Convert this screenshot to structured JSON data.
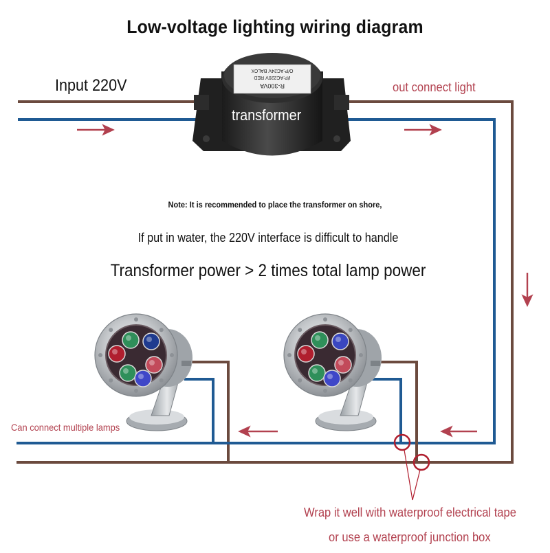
{
  "title": "Low-voltage lighting wiring diagram",
  "labels": {
    "input": "Input 220V",
    "output": "out connect light",
    "transformer": "transformer",
    "multiple_lamps": "Can connect multiple lamps"
  },
  "notes": {
    "line1": "Note: It is recommended to place the transformer on shore,",
    "line2": "If put in water, the 220V interface is difficult to handle",
    "line3": "Transformer power > 2 times total lamp power"
  },
  "transformer_plate": {
    "line1": "R-300VA",
    "line2": "I/P:AC220V  RED",
    "line3": "O/P:AC24V  BALCK"
  },
  "junction_note": {
    "line1": "Wrap it well with waterproof electrical tape",
    "line2": "or use a waterproof junction box"
  },
  "colors": {
    "brown_wire": "#6b4a3e",
    "blue_wire": "#1f5a93",
    "arrow": "#b2414f",
    "annotation": "#b2414f",
    "transformer_body": "#262626",
    "lamp_steel": "#c9cccf"
  },
  "lamps": [
    {
      "name": "lamp-left",
      "leds": [
        "#1f3b8f",
        "#2f8f5a",
        "#b01e2e",
        "#c24a5a",
        "#2f8f5a",
        "#3f47c8"
      ]
    },
    {
      "name": "lamp-right",
      "leds": [
        "#3a47c0",
        "#2f8f5a",
        "#b01e2e",
        "#c24a5a",
        "#2f8f5a",
        "#3f47c8"
      ]
    }
  ]
}
